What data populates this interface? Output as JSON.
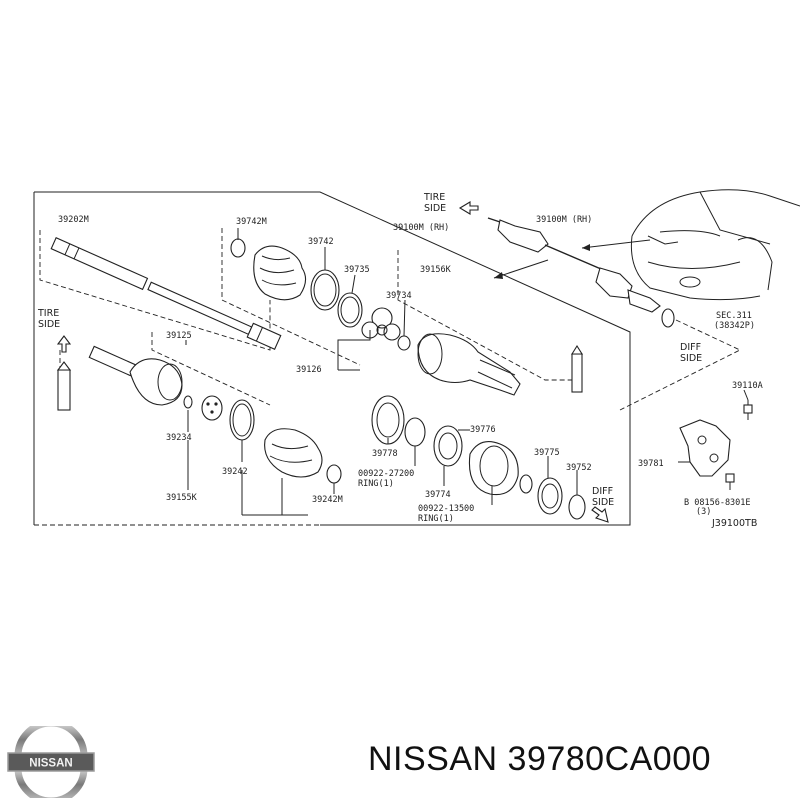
{
  "product": {
    "brand": "NISSAN",
    "title": "NISSAN 39780CA000",
    "logo_text": "NISSAN"
  },
  "diagram": {
    "code": "J39100TB",
    "labels": {
      "p39202m": "39202M",
      "p39742m": "39742M",
      "p39742": "39742",
      "p39735": "39735",
      "p39734": "39734",
      "p39156k_top": "39156K",
      "p39100m_inner": "39100M (RH)",
      "p39100m_car": "39100M (RH)",
      "tire_side_1": "TIRE",
      "tire_side_1b": "SIDE",
      "tire_side_2": "TIRE",
      "tire_side_2b": "SIDE",
      "p39125": "39125",
      "p39126": "39126",
      "p39234": "39234",
      "p39242": "39242",
      "p39155k": "39155K",
      "p39242m": "39242M",
      "p39778": "39778",
      "p39776": "39776",
      "p39775": "39775",
      "p39752": "39752",
      "p39774": "39774",
      "ring1_num": "00922-27200",
      "ring1_txt": "RING(1)",
      "ring2_num": "00922-13500",
      "ring2_txt": "RING(1)",
      "diff_side_1": "DIFF",
      "diff_side_1b": "SIDE",
      "diff_side_2": "DIFF",
      "diff_side_2b": "SIDE",
      "sec311": "SEC.311",
      "sec311b": "(38342P)",
      "p39110a": "39110A",
      "p39781": "39781",
      "bolt": "B 08156-8301E",
      "bolt_qty": "(3)"
    }
  },
  "colors": {
    "line": "#222222",
    "background": "#ffffff"
  }
}
